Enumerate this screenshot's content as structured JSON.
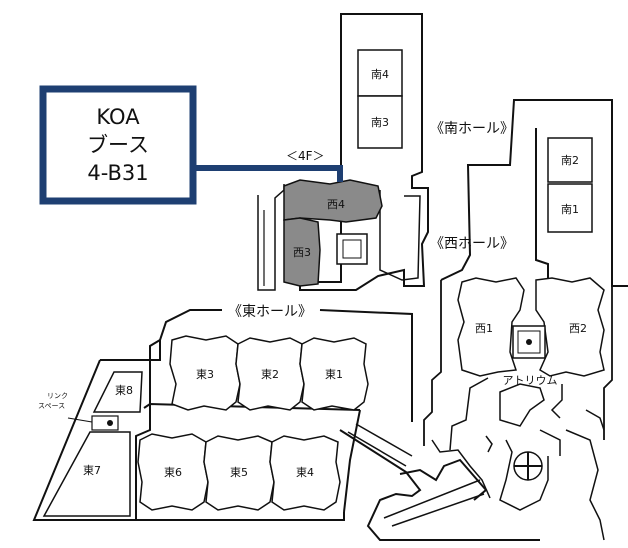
{
  "callout": {
    "line1": "KOA",
    "line2": "ブース",
    "line3": "4-B31"
  },
  "floor_label": "＜4F＞",
  "halls": {
    "south": "《南ホール》",
    "west": "《西ホール》",
    "east": "《東ホール》"
  },
  "rooms": {
    "south4": "南4",
    "south3": "南3",
    "south2": "南2",
    "south1": "南1",
    "west4": "西4",
    "west3": "西3",
    "west1": "西1",
    "west2": "西2",
    "east3": "東3",
    "east2": "東2",
    "east1": "東1",
    "east8": "東8",
    "east7": "東7",
    "east6": "東6",
    "east5": "東5",
    "east4": "東4"
  },
  "atrium": "アトリウム",
  "link_space": {
    "line1": "リンク",
    "line2": "スペース"
  },
  "colors": {
    "callout_border": "#1e3f72",
    "highlight_fill": "#8a8a8a",
    "line": "#111111"
  }
}
